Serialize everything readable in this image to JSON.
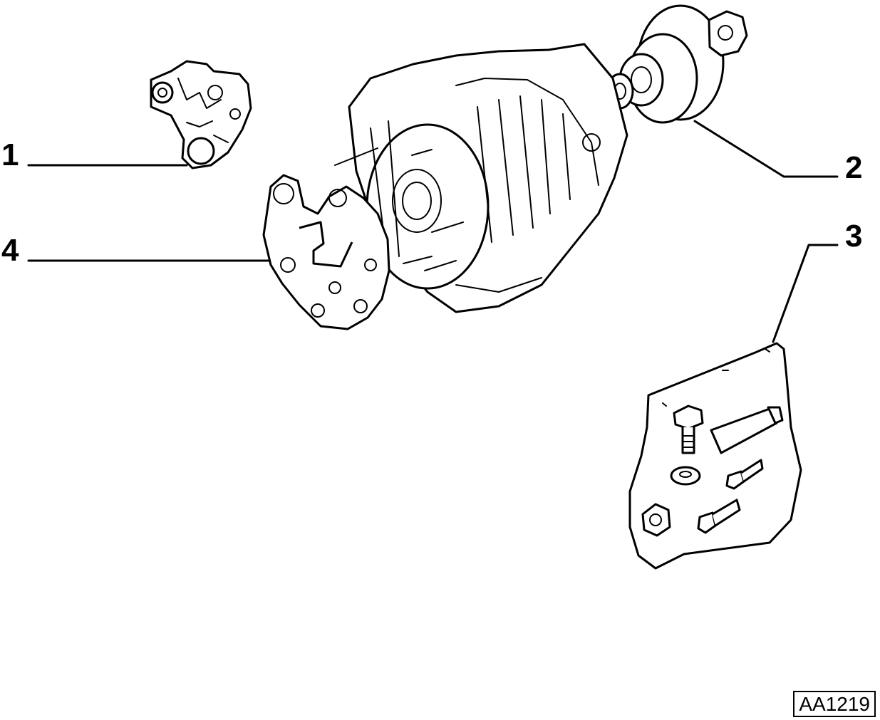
{
  "callouts": {
    "c1": "1",
    "c2": "2",
    "c3": "3",
    "c4": "4"
  },
  "reference_code": "AA1219",
  "colors": {
    "line": "#000000",
    "background": "#ffffff"
  }
}
